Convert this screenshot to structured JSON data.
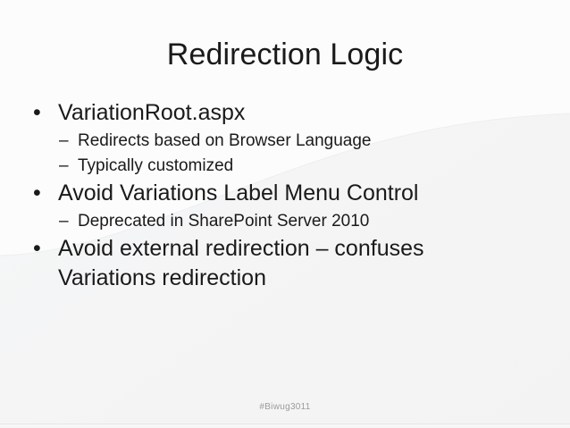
{
  "slide": {
    "title": "Redirection Logic",
    "footer": "#Biwug3011",
    "bullets": [
      {
        "level": 1,
        "marker": "•",
        "text": "VariationRoot.aspx"
      },
      {
        "level": 2,
        "marker": "–",
        "text": "Redirects based on Browser Language"
      },
      {
        "level": 2,
        "marker": "–",
        "text": "Typically customized"
      },
      {
        "level": 1,
        "marker": "•",
        "text": "Avoid Variations Label Menu Control"
      },
      {
        "level": 2,
        "marker": "–",
        "text": "Deprecated in SharePoint Server 2010"
      },
      {
        "level": 1,
        "marker": "•",
        "text": "Avoid external redirection –  confuses Variations redirection"
      }
    ]
  },
  "theme": {
    "text_color": "#1a1a1a",
    "footer_color": "#9b9b9b",
    "background_top_left": "#f1f6fa",
    "background_bottom_right": "#f3f3f3",
    "sweep_color": "#fbfbfc"
  }
}
